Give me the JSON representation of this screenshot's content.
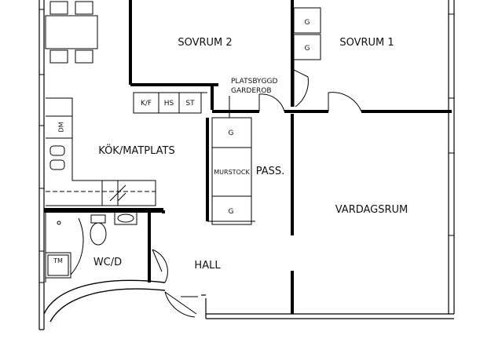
{
  "rooms": {
    "sovrum2": "SOVRUM 2",
    "sovrum1": "SOVRUM 1",
    "kok": "KÖK/MATPLATS",
    "pass": "PASS.",
    "vardagsrum": "VARDAGSRUM",
    "hall": "HALL",
    "wcd": "WC/D"
  },
  "fixtures": {
    "platsbyggd_line1": "PLATSBYGGD",
    "platsbyggd_line2": "GARDEROB",
    "kf": "K/F",
    "hs": "HS",
    "st": "ST",
    "murstock": "MURSTOCK",
    "g": "G",
    "dm": "DM",
    "tm": "TM"
  }
}
